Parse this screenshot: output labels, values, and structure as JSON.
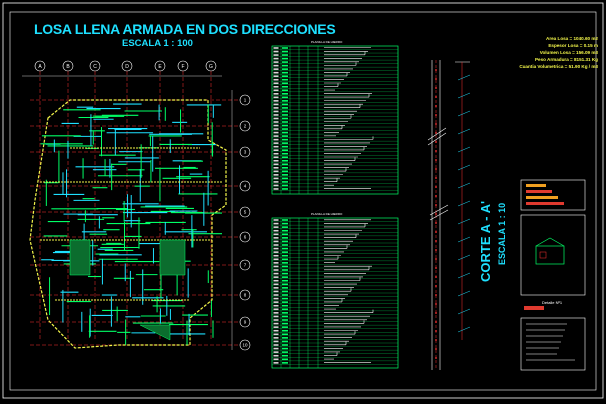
{
  "drawing": {
    "title": "LOSA LLENA ARMADA EN DOS DIRECCIONES",
    "scale": "ESCALA 1 : 100",
    "axis_cols": [
      "A",
      "B",
      "C",
      "D",
      "E",
      "F",
      "G"
    ],
    "axis_rows": [
      "1",
      "2",
      "3",
      "4",
      "5",
      "6",
      "7",
      "8",
      "9",
      "10"
    ],
    "table_top_title": "PLANILLA DE HIERRO",
    "table_bottom_title": "PLANILLA DE HIERRO",
    "section_title": "CORTE A - A'",
    "section_scale": "ESCALA 1 : 10",
    "detail_label": "Detalle Nº1"
  },
  "properties": [
    "Area Losa = 1040.60 m2",
    "Espesor Losa = 0.15 m",
    "Volumen Losa = 156.09 m3",
    "Peso Armadura = 8151.31 Kg",
    "Cuantia Volumetrica = 51.90 Kg / m3"
  ],
  "colors": {
    "background": "#000000",
    "title": "#1ee0ff",
    "rebar": "#00ff66",
    "rebar_alt": "#1ee0ff",
    "beams": "#f3f64a",
    "axes": "#ff3333",
    "table_grid": "#00ff66",
    "frame": "#ffffff"
  }
}
